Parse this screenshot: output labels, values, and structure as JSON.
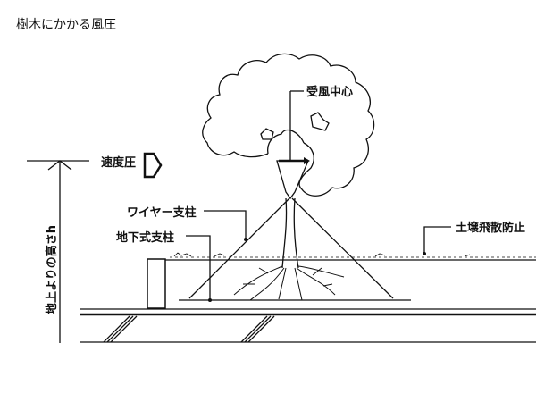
{
  "title": "樹木にかかる風圧",
  "labels": {
    "wind_center": "受風中心",
    "velocity_pressure": "速度圧",
    "wire_support": "ワイヤー支柱",
    "underground_support": "地下式支柱",
    "soil_scatter_prevention": "土壌飛散防止",
    "height_above_ground": "地上よりの高さh"
  }
}
